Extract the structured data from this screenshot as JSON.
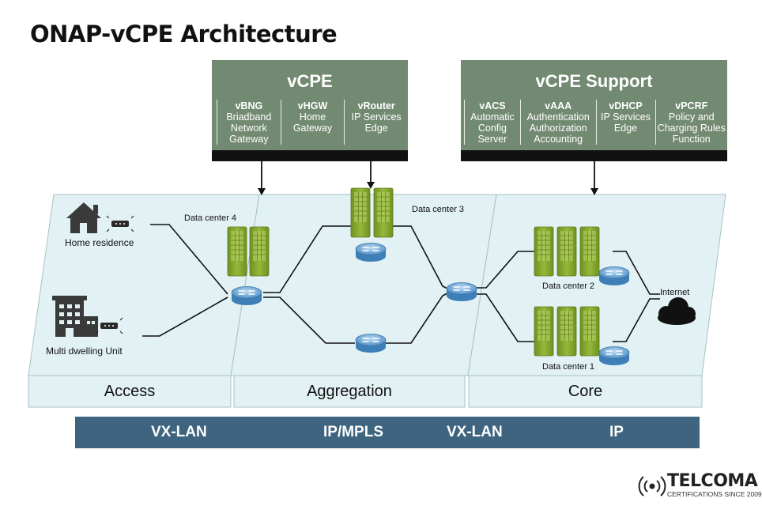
{
  "title": "ONAP-vCPE Architecture",
  "vcpe": {
    "title": "vCPE",
    "functions": [
      {
        "name": "vBNG",
        "desc": "Briadband\nNetwork\nGateway"
      },
      {
        "name": "vHGW",
        "desc": "Home\nGateway"
      },
      {
        "name": "vRouter",
        "desc": "IP Services\nEdge"
      }
    ]
  },
  "vcpe_support": {
    "title": "vCPE Support",
    "functions": [
      {
        "name": "vACS",
        "desc": "Automatic\nConfig\nServer"
      },
      {
        "name": "vAAA",
        "desc": "Authentication\nAuthorization\nAccounting"
      },
      {
        "name": "vDHCP",
        "desc": "IP Services\nEdge"
      },
      {
        "name": "vPCRF",
        "desc": "Policy and\nCharging Rules\nFunction"
      }
    ]
  },
  "sites": {
    "home": "Home residence",
    "mdu": "Multi dwelling Unit",
    "dc1": "Data center 1",
    "dc2": "Data center 2",
    "dc3": "Data center 3",
    "dc4": "Data center 4",
    "internet": "Internet"
  },
  "zones": [
    "Access",
    "Aggregation",
    "Core"
  ],
  "protocols": [
    "VX-LAN",
    "IP/MPLS",
    "VX-LAN",
    "IP"
  ],
  "brand": {
    "name": "TELCOMA",
    "tagline": "CERTIFICATIONS SINCE 2009"
  },
  "colors": {
    "panel": "#e2f1f4",
    "function_box": "#738a72",
    "protocol_bar": "#3e6480",
    "server": "#8aac2e",
    "router": "#5e9bd0"
  }
}
